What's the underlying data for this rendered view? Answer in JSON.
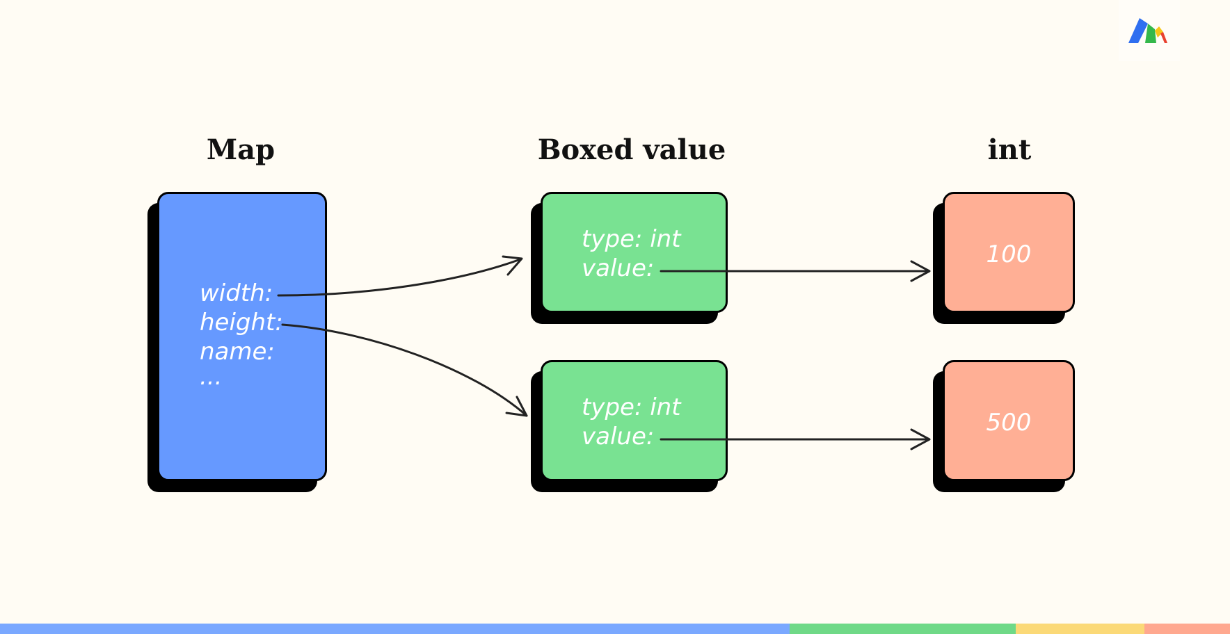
{
  "headings": {
    "map": "Map",
    "boxed": "Boxed value",
    "int": "int"
  },
  "map_box": {
    "lines": [
      "width:",
      "height:",
      "name:",
      "..."
    ]
  },
  "boxed_values": [
    {
      "type_line": "type: int",
      "value_line": "value:"
    },
    {
      "type_line": "type: int",
      "value_line": "value:"
    }
  ],
  "ints": [
    {
      "value": "100"
    },
    {
      "value": "500"
    }
  ],
  "colors": {
    "background": "#fffcf4",
    "map": "#6699ff",
    "boxed": "#79e292",
    "int": "#ffaf95",
    "shadow": "#000000",
    "arrow": "#222222",
    "bar": [
      "#7aa8ff",
      "#6fd987",
      "#fbd977",
      "#ffa88f"
    ]
  },
  "logo": {
    "icon": "dart-logo-icon"
  }
}
